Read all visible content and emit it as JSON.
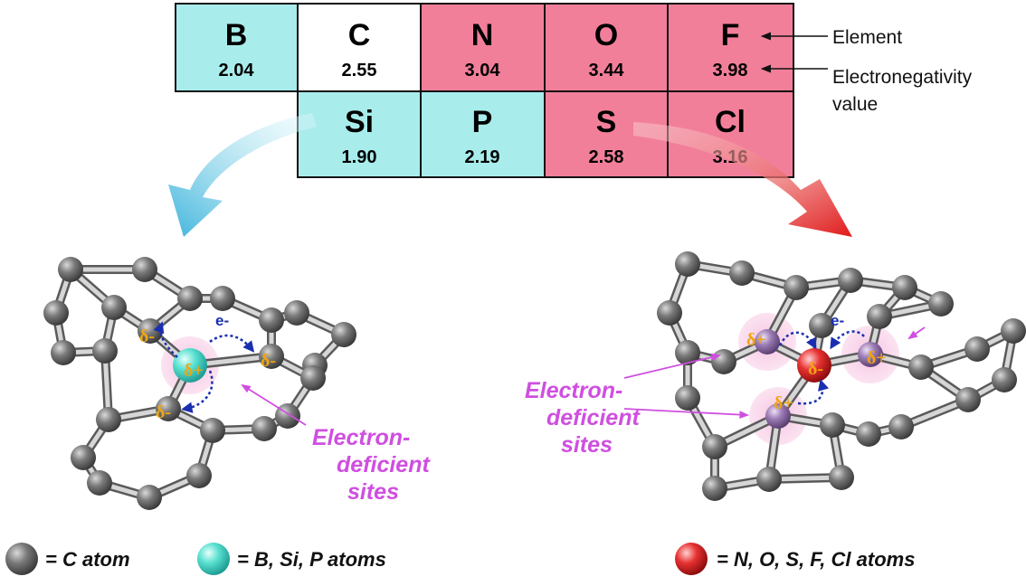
{
  "colors": {
    "low_en": "#a9ecec",
    "high_en": "#f27f9a",
    "carbon_ref": "#ffffff",
    "callout": "#cf4fe0",
    "electron": "#1a2fb0",
    "partial_charge": "#f0a510"
  },
  "table": {
    "row1": [
      {
        "symbol": "B",
        "value": "2.04",
        "group": "low_en"
      },
      {
        "symbol": "C",
        "value": "2.55",
        "group": "carbon_ref"
      },
      {
        "symbol": "N",
        "value": "3.04",
        "group": "high_en"
      },
      {
        "symbol": "O",
        "value": "3.44",
        "group": "high_en"
      },
      {
        "symbol": "F",
        "value": "3.98",
        "group": "high_en"
      }
    ],
    "row2": [
      {
        "symbol": "Si",
        "value": "1.90",
        "group": "low_en"
      },
      {
        "symbol": "P",
        "value": "2.19",
        "group": "low_en"
      },
      {
        "symbol": "S",
        "value": "2.58",
        "group": "high_en"
      },
      {
        "symbol": "Cl",
        "value": "3.16",
        "group": "high_en"
      }
    ]
  },
  "labels": {
    "element": "Element",
    "en_line1": "Electronegativity",
    "en_line2": "value"
  },
  "left_panel": {
    "callout_line1": "Electron-",
    "callout_line2": "deficient",
    "callout_line3": "sites",
    "center_charge": "δ+",
    "neighbor_charge": "δ-",
    "electron": "e-"
  },
  "right_panel": {
    "callout_line1": "Electron-",
    "callout_line2": "deficient",
    "callout_line3": "sites",
    "center_charge": "δ-",
    "neighbor_charge": "δ+",
    "electron": "e-"
  },
  "legend": {
    "c_atom": "= C atom",
    "bsip_atoms": "= B, Si, P atoms",
    "noscl_atoms": "= N, O, S, F, Cl atoms"
  }
}
